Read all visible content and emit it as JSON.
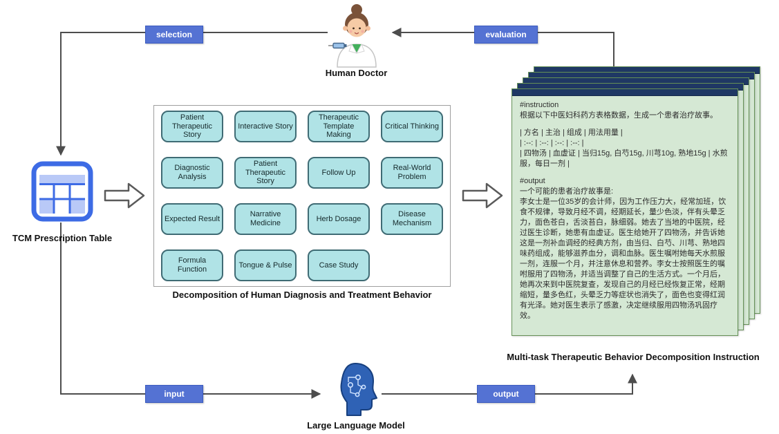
{
  "colors": {
    "badge_blue": "#5472D3",
    "badge_border": "#3B5BBF",
    "task_box_fill": "#B0E3E6",
    "task_box_border": "#3F6B74",
    "document_fill": "#D5E8D4",
    "document_border": "#669157",
    "document_header_navy": "#1F3864",
    "table_icon_blue": "#3D6BE5",
    "arrow_gray": "#4D4D4D"
  },
  "badges": {
    "selection": "selection",
    "evaluation": "evaluation",
    "input": "input",
    "output": "output"
  },
  "labels": {
    "human_doctor": "Human Doctor",
    "tcm_table": "TCM Prescription Table",
    "llm": "Large Language Model",
    "grid_caption": "Decomposition of Human Diagnosis and Treatment Behavior",
    "document_caption": "Multi-task Therapeutic Behavior Decomposition Instruction"
  },
  "grid": {
    "items": [
      "Patient Therapeutic Story",
      "Interactive Story",
      "Therapeutic Template Making",
      "Critical Thinking",
      "Diagnostic Analysis",
      "Patient Therapeutic Story",
      "Follow Up",
      "Real-World Problem",
      "Expected Result",
      "Narrative Medicine",
      "Herb Dosage",
      "Disease Mechanism",
      "Formula Function",
      "Tongue & Pulse",
      "Case Study"
    ]
  },
  "document": {
    "lines": [
      "#instruction",
      "根据以下中医妇科药方表格数据，生成一个患者治疗故事。",
      "| 方名 | 主治 | 组成 | 用法用量 |",
      "| :--: | :--: | :--: | :--: |",
      "| 四物汤 | 血虚证 | 当归15g, 白芍15g, 川芎10g, 熟地15g | 水煎服，每日一剂 |",
      "#output",
      "一个可能的患者治疗故事是:",
      "李女士是一位35岁的会计师，因为工作压力大，经常加班，饮食不规律，导致月经不调，经期延长，量少色淡，伴有头晕乏力，面色苍白，舌淡苔白，脉细弱。她去了当地的中医院，经过医生诊断，她患有血虚证。医生给她开了四物汤，并告诉她这是一剂补血调经的经典方剂，由当归、白芍、川芎、熟地四味药组成，能够滋养血分，调和血脉。医生嘱咐她每天水煎服一剂，连服一个月，并注意休息和营养。李女士按照医生的嘱咐服用了四物汤，并适当调整了自己的生活方式。一个月后，她再次来到中医院复查，发现自己的月经已经恢复正常，经期缩短，量多色红，头晕乏力等症状也消失了，面色也变得红润有光泽。她对医生表示了感激，决定继续服用四物汤巩固疗效。"
    ]
  },
  "icons": {
    "human_doctor": "female-doctor-with-syringe",
    "tcm_table": "blue-table-grid",
    "llm": "head-with-circuit-brain",
    "flow_arrow": "hollow-block-arrow-right"
  }
}
